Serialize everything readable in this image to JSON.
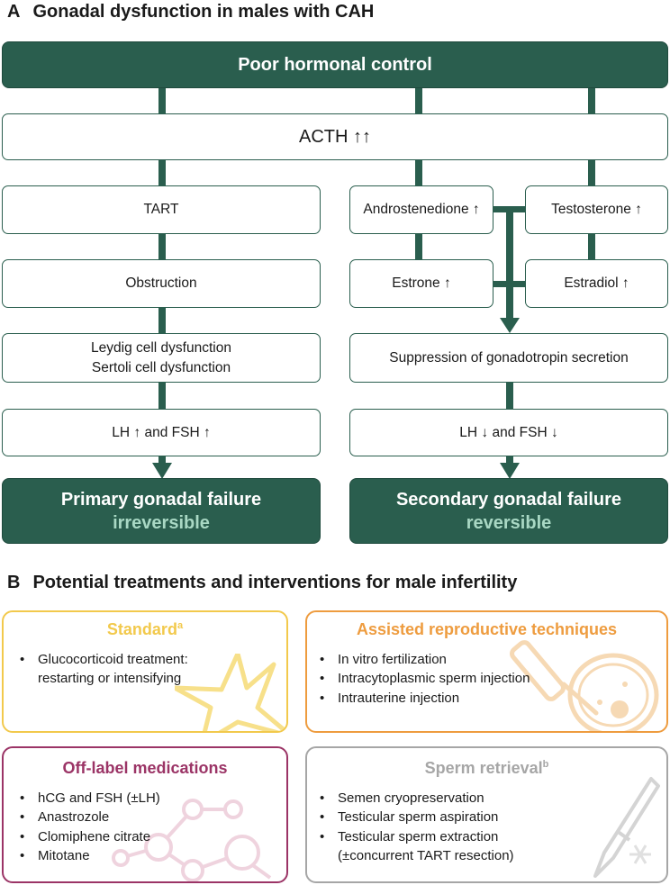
{
  "section_a": {
    "letter": "A",
    "title": "Gonadal dysfunction in males with CAH"
  },
  "top": "Poor hormonal control",
  "acth": "ACTH ↑↑",
  "left_chain": {
    "tart": "TART",
    "obstruction": "Obstruction",
    "dysfunction_1": "Leydig cell dysfunction",
    "dysfunction_2": "Sertoli cell dysfunction",
    "lh_fsh": "LH ↑ and FSH ↑"
  },
  "right_chain": {
    "androstenedione": "Androstenedione ↑",
    "testosterone": "Testosterone ↑",
    "estrone": "Estrone ↑",
    "estradiol": "Estradiol ↑",
    "suppression": "Suppression of gonadotropin secretion",
    "lh_fsh": "LH ↓ and FSH ↓"
  },
  "outcomes": {
    "primary": {
      "title": "Primary gonadal failure",
      "sub": "irreversible"
    },
    "secondary": {
      "title": "Secondary gonadal failure",
      "sub": "reversible"
    }
  },
  "section_b": {
    "letter": "B",
    "title": "Potential treatments and interventions for male infertility"
  },
  "panels": {
    "standard": {
      "title": "Standard",
      "sup": "a",
      "color": "#f2c94c",
      "items": [
        "Glucocorticoid treatment:",
        "restarting or intensifying"
      ]
    },
    "assisted": {
      "title": "Assisted reproductive techniques",
      "color": "#ee9c3f",
      "items": [
        "In vitro fertilization",
        "Intracytoplasmic sperm injection",
        "Intrauterine injection"
      ]
    },
    "offlabel": {
      "title": "Off-label medications",
      "color": "#9b3466",
      "items": [
        "hCG and FSH (±LH)",
        "Anastrozole",
        "Clomiphene citrate",
        "Mitotane"
      ]
    },
    "retrieval": {
      "title": "Sperm retrieval",
      "sup": "b",
      "color": "#a6a6a6",
      "items": [
        "Semen cryopreservation",
        "Testicular sperm aspiration",
        "Testicular sperm extraction",
        "(±concurrent TART resection)"
      ]
    }
  },
  "colors": {
    "dark_green": "#2a5e4e",
    "outcome_sub": "#a9d8c4"
  }
}
